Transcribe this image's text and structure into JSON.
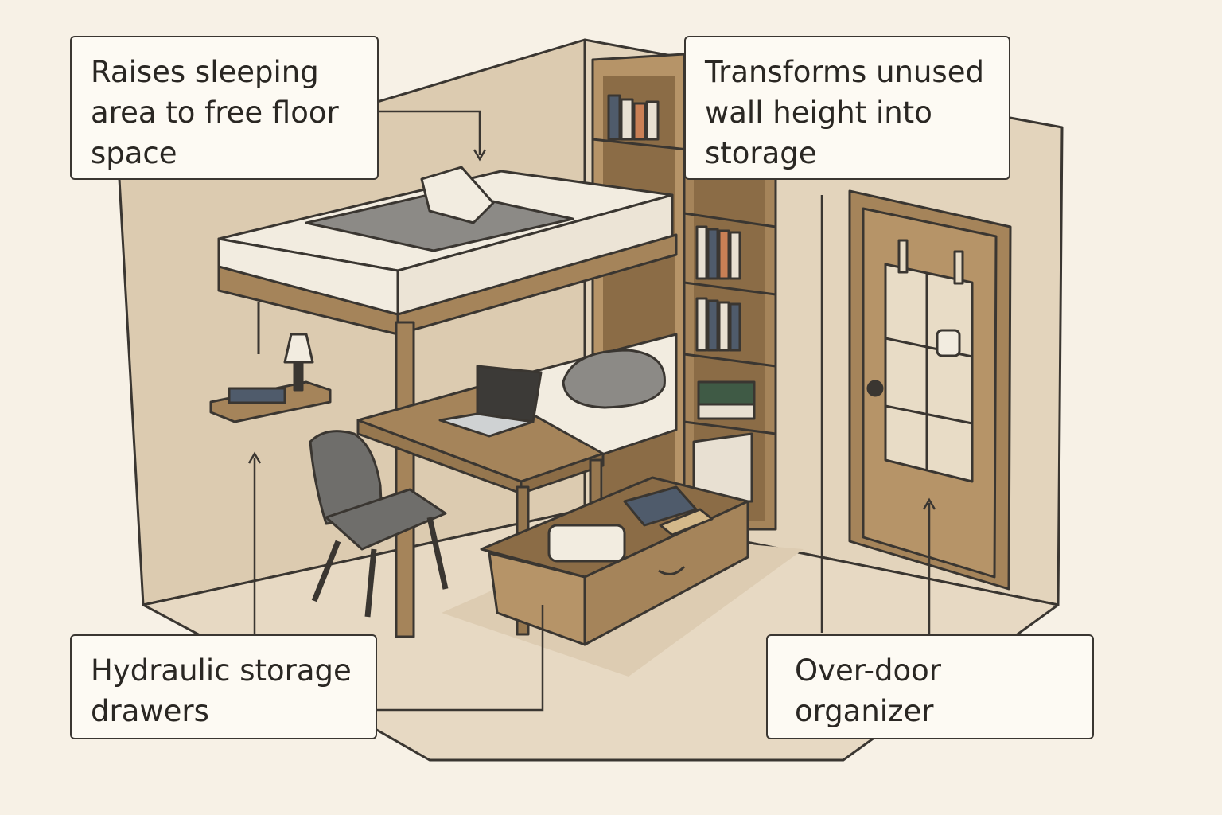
{
  "callouts": {
    "loft_bed": {
      "text": "Raises sleeping area to free floor space"
    },
    "wall_shelves": {
      "text": "Transforms unused wall height into storage"
    },
    "storage_drawers": {
      "text": "Hydraulic storage drawers"
    },
    "door_organizer": {
      "text": "Over-door organizer"
    }
  },
  "colors": {
    "background": "#f7f1e6",
    "wall": "#dccbb0",
    "wood": "#a5845a",
    "outline": "#3a3631",
    "bedding_gray": "#8c8a86",
    "mattress": "#f2ece0"
  }
}
